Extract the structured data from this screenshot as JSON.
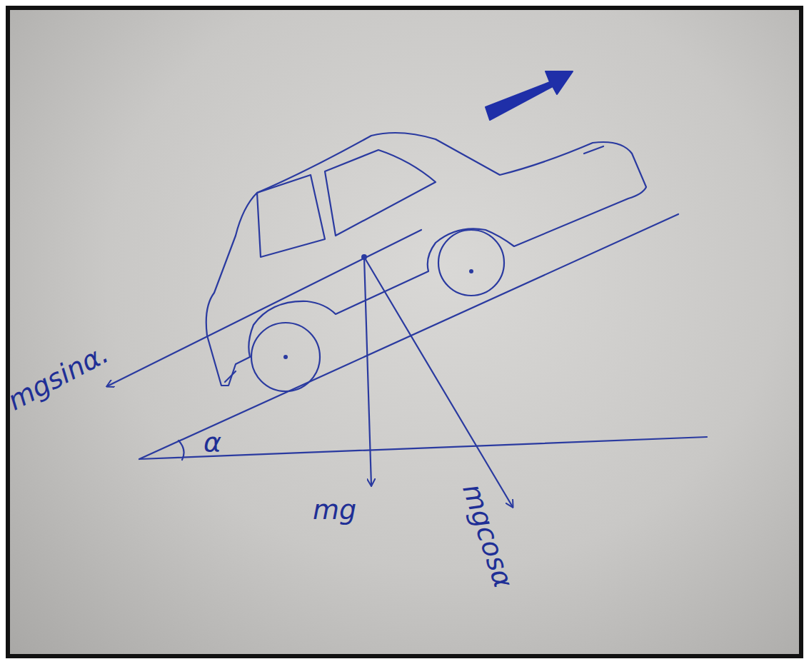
{
  "diagram": {
    "labels": [
      "mgsinα.",
      "α",
      "mg",
      "mgcosα"
    ]
  }
}
